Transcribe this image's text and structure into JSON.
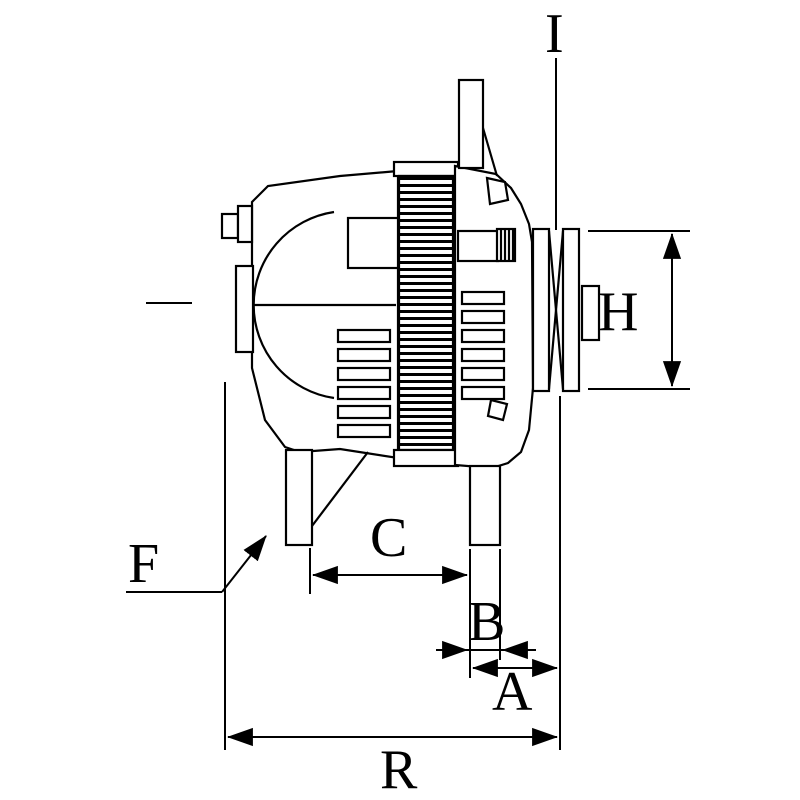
{
  "figure": {
    "type": "technical-dimension-drawing",
    "colors": {
      "ink": "#000000",
      "background": "#ffffff"
    },
    "labels": {
      "I": "I",
      "H": "H",
      "F": "F",
      "C": "C",
      "B": "B",
      "A": "A",
      "R": "R"
    }
  }
}
